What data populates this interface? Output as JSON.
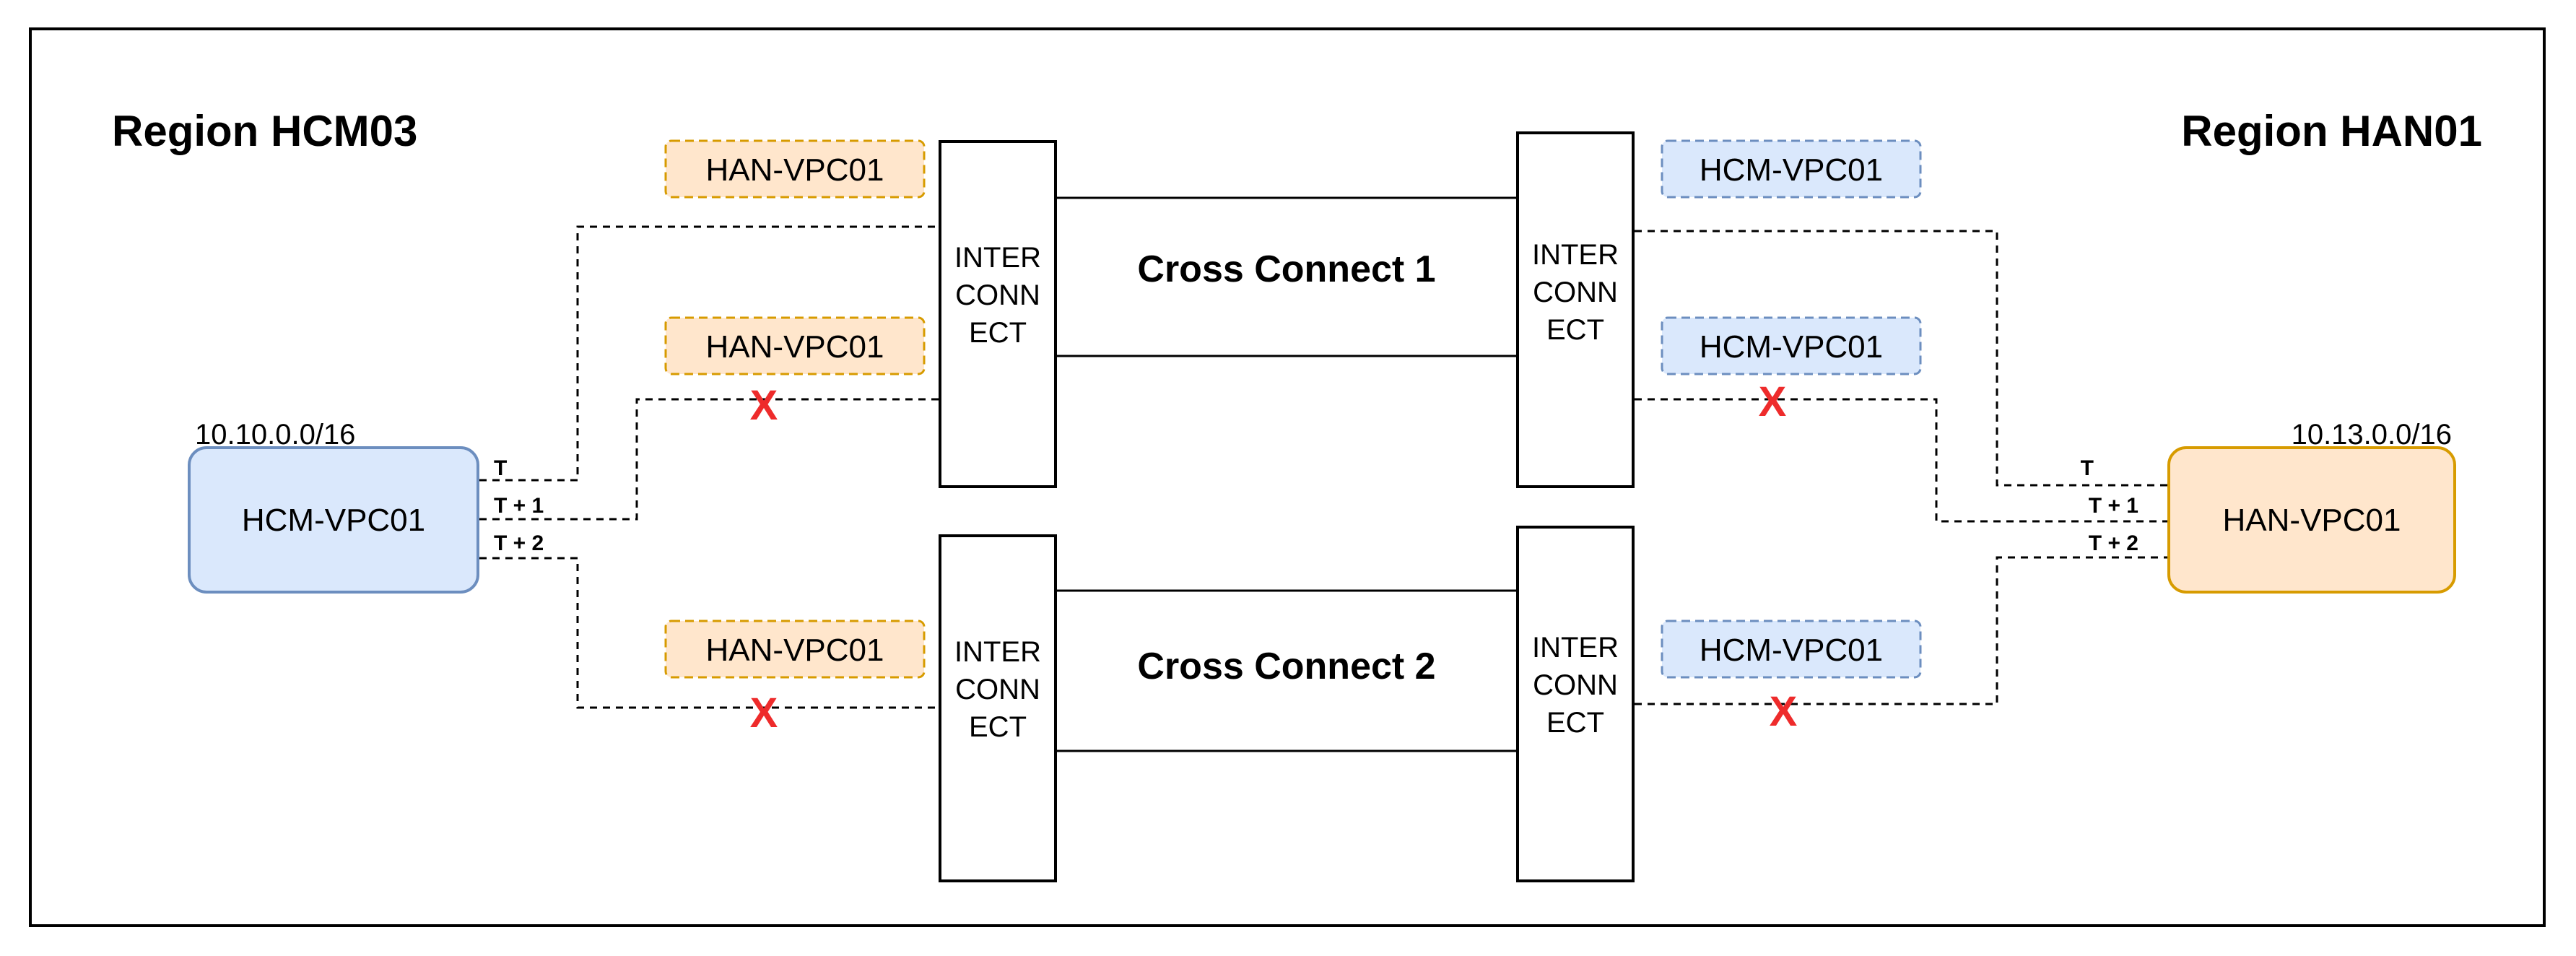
{
  "regions": {
    "left": {
      "title": "Region HCM03"
    },
    "right": {
      "title": "Region HAN01"
    }
  },
  "vpcs": {
    "left": {
      "name": "HCM-VPC01",
      "cidr": "10.10.0.0/16",
      "color": "#dae8fc",
      "border": "#6c8ebf"
    },
    "right": {
      "name": "HAN-VPC01",
      "cidr": "10.13.0.0/16",
      "color": "#ffe6cc",
      "border": "#d79b00"
    }
  },
  "ports": {
    "left": [
      "T",
      "T + 1",
      "T + 2"
    ],
    "right": [
      "T",
      "T + 1",
      "T + 2"
    ]
  },
  "interconnect": {
    "line1": "INTER",
    "line2": "CONN",
    "line3": "ECT"
  },
  "cross_connects": [
    {
      "name": "Cross Connect 1"
    },
    {
      "name": "Cross Connect 2"
    }
  ],
  "tags": {
    "left": [
      "HAN-VPC01",
      "HAN-VPC01",
      "HAN-VPC01"
    ],
    "right": [
      "HCM-VPC01",
      "HCM-VPC01",
      "HCM-VPC01"
    ]
  },
  "blocked_marker": "X",
  "colors": {
    "blocked": "#ee2b2b",
    "hcm_fill": "#dae8fc",
    "han_fill": "#ffe6cc"
  }
}
